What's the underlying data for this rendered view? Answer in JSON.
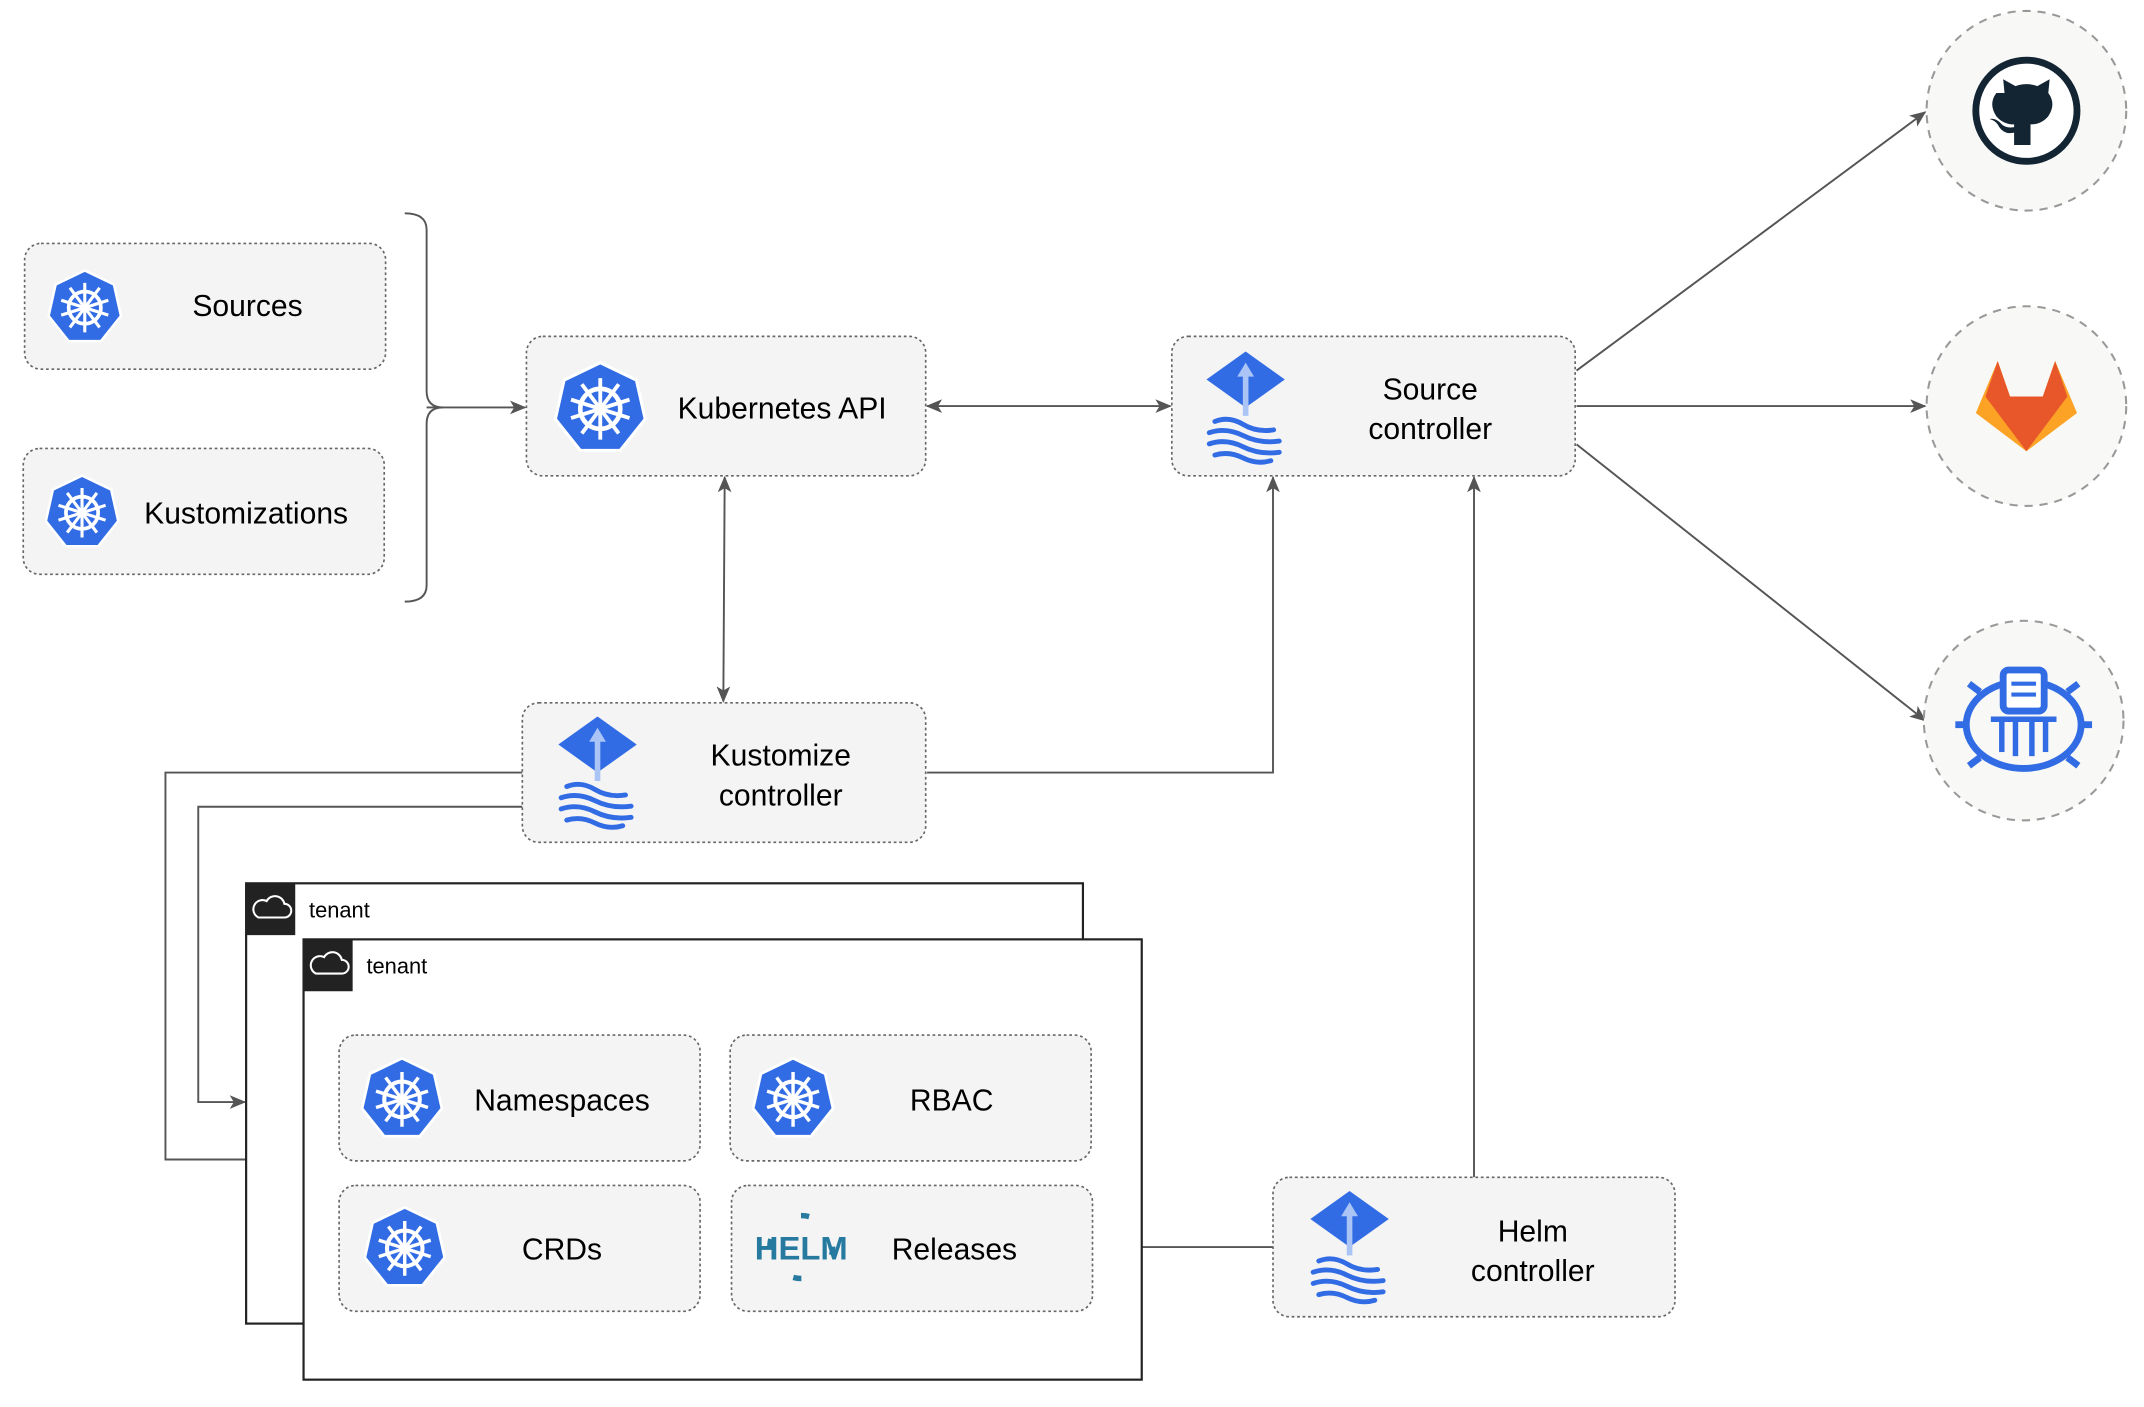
{
  "nodes": {
    "sources": "Sources",
    "kustomizations": "Kustomizations",
    "kubernetes_api": "Kubernetes API",
    "source_controller": [
      "Source",
      "controller"
    ],
    "kustomize_controller": [
      "Kustomize",
      "controller"
    ],
    "helm_controller": [
      "Helm",
      "controller"
    ],
    "namespaces": "Namespaces",
    "rbac": "RBAC",
    "crds": "CRDs",
    "releases": "Releases",
    "helm_logo_text": "HELM"
  },
  "groups": {
    "tenant_back": "tenant",
    "tenant_front": "tenant"
  },
  "external": [
    "github-icon",
    "gitlab-icon",
    "bucket-icon"
  ],
  "colors": {
    "kubernetes_blue": "#326ce5",
    "helm_blue": "#277a9f",
    "gitlab_orange": "#e8572a",
    "github_dark": "#132433",
    "box_fill": "#f4f4f4",
    "connector": "#555555"
  }
}
